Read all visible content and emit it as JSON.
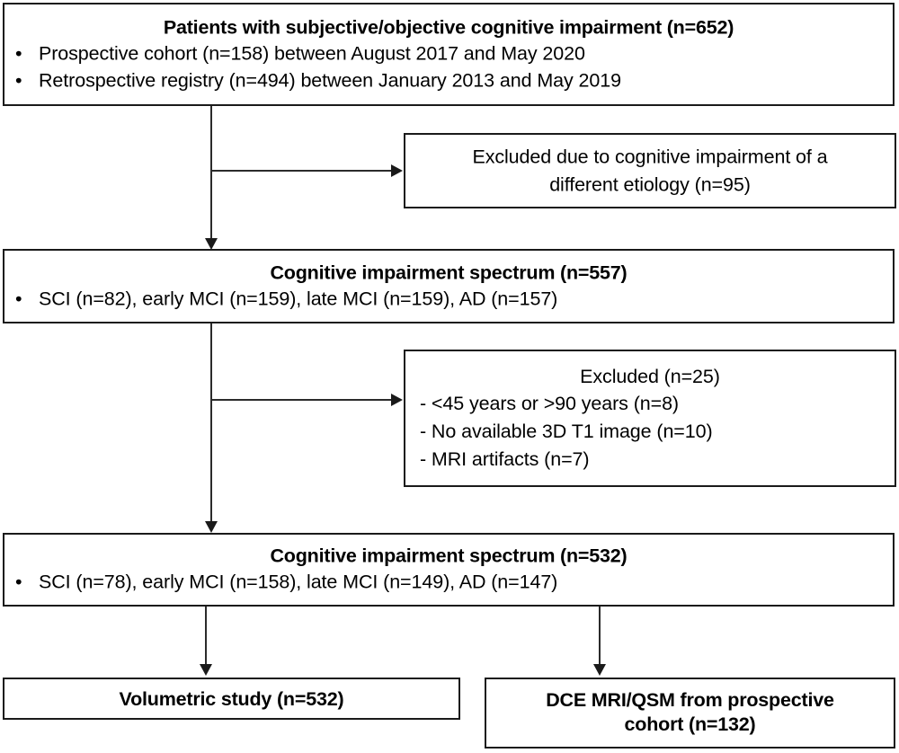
{
  "figure": {
    "type": "flowchart",
    "kind": "study-participant-flow-diagram",
    "background_color": "#ffffff",
    "line_color": "#1a1a1a"
  },
  "nodes": {
    "enrollment": {
      "title": "Patients with subjective/objective cognitive impairment (n=652)",
      "bullet_symbol": "•",
      "bullets": [
        "Prospective cohort (n=158) between August 2017 and May 2020",
        "Retrospective registry (n=494) between January 2013 and May 2019"
      ]
    },
    "excluded_one": {
      "line1": "Excluded due to cognitive impairment of a",
      "line2": "different etiology (n=95)"
    },
    "spectrum_557": {
      "title": "Cognitive impairment spectrum (n=557)",
      "bullet_symbol": "•",
      "bullets": [
        "SCI (n=82), early MCI (n=159), late MCI (n=159), AD (n=157)"
      ]
    },
    "excluded_two": {
      "heading": "Excluded (n=25)",
      "items": [
        "- <45 years or >90 years (n=8)",
        "- No available 3D T1 image (n=10)",
        "- MRI artifacts (n=7)"
      ]
    },
    "spectrum_532": {
      "title": "Cognitive impairment spectrum (n=532)",
      "bullet_symbol": "•",
      "bullets": [
        "SCI (n=78), early MCI (n=158), late MCI (n=149), AD (n=147)"
      ]
    },
    "volumetric_study": {
      "title": "Volumetric study (n=532)"
    },
    "dce_study": {
      "line1": "DCE MRI/QSM from prospective",
      "line2": "cohort  (n=132)"
    }
  }
}
